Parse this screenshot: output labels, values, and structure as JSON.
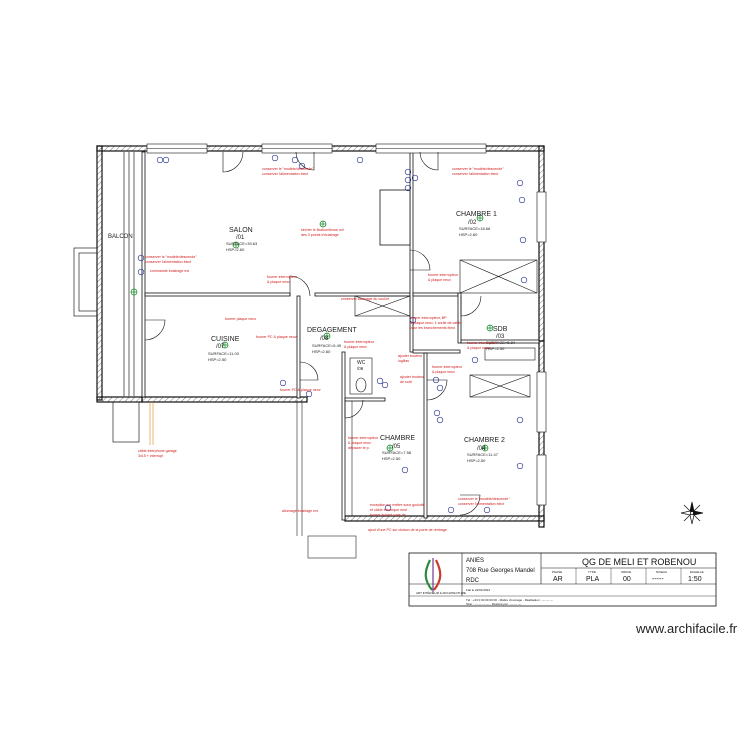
{
  "rooms": {
    "balcon": {
      "name": "BALCON"
    },
    "salon": {
      "name": "SALON",
      "code": "/01",
      "surface": "SURFACE=39.63",
      "height": "HSP=2.60"
    },
    "chambre1": {
      "name": "CHAMBRE 1",
      "code": "/02",
      "surface": "SURFACE=18.66",
      "height": "HSP=2.60"
    },
    "cuisine": {
      "name": "CUISINE",
      "code": "/07",
      "surface": "SURFACE=11.00",
      "height": "HSP=2.50"
    },
    "degagement": {
      "name": "DEGAGEMENT",
      "code": "/08",
      "surface": "SURFACE=5.49",
      "height": "HSP=2.60"
    },
    "sdb": {
      "name": "SDB",
      "code": "/03",
      "surface": "SURFACE=5.84",
      "height": "HSP=2.50"
    },
    "wc": {
      "name": "WC",
      "code": "/06"
    },
    "chambre3": {
      "name": "CHAMBRE",
      "code": "/05",
      "surface": "SURFACE=7.58",
      "height": "HSP=2.50"
    },
    "chambre2": {
      "name": "CHAMBRE 2",
      "code": "/04",
      "surface": "SURFACE=11.47",
      "height": "HSP=2.50"
    }
  },
  "notes": {
    "n1": "conserver le \"modèle/descende\"",
    "n1b": "conserver l'alimentation élect",
    "n2": "conserver le \"modèle/descende\"",
    "n2b": "conserver l'alimentation élect",
    "n3": "sécher le fixation/tenue mil",
    "n3b": "des 3 points d'éclairage",
    "n4": "conserver le \"modèle/descende\"",
    "n4b": "conserver l'alimentation élect",
    "n5": "commande éclairage ext",
    "n6": "fourrer interrupteur",
    "n6b": "& plaque neuv",
    "n7": "fourrer interrupteur",
    "n7b": "& plaque neuv",
    "n8": "conserver allumage du couloir",
    "n9": "fourrer PC & plaque neuv",
    "n10": "fourrer interrupteur",
    "n10b": "& plaque neuv",
    "n11": "fourrer interrupteur",
    "n11b": "& plaque neuv",
    "n12": "fourrer PC & plaque neuv",
    "n13": "fourrer interrupteur, BP",
    "n13b": "& plaque neuv, 1 sortie de cable",
    "n13c": "pour les branchements élect",
    "n14": "fourrer interrupteur",
    "n14b": "& plaque neuv",
    "n15": "ajouter bouteur",
    "n15b": "lugillas",
    "n16": "ajouter bouteur",
    "n16b": "de sorti",
    "n17": "fourrer interrupteur",
    "n17b": "& plaque neuv",
    "n17c": "déplacer le p.",
    "n18": "conserver le \"modèle/descende\"",
    "n18b": "conserver l'alimentation élect",
    "n19": "exception sur mettre sous goulotte",
    "n19b": "et câble électrique neuf",
    "n19c": "fourrer isolant cuire de",
    "n20": "ajout d'une PC sur cloison de la porte de rentrage",
    "n21": "allumage éclairage ext",
    "n22": "câble interphone garage",
    "n22b": "3x15 + interrupt",
    "n23": "fourrer plaque neuv"
  },
  "titleblock": {
    "address_line1": "ANIES",
    "address_line2": "708 Rue Georges Mandel",
    "level": "RDC",
    "project": "QG DE MELI ET ROBENOU",
    "col_labels": [
      "PHASE",
      "TYPE",
      "INDICE",
      "NIVEAU",
      "ECHELLE"
    ],
    "col_values": [
      "AR",
      "PLA",
      "00",
      "-----",
      "1:50"
    ],
    "logo_text": "ART INTÉRIEUR & ARCHITECTURE",
    "footer1": "Fait le 22/01/2024",
    "footer2": "Tél :  +33 0 00 00 00 00 - Maître d'ouvrage - Réalisation : --- --- ---",
    "footer3": "Siret : --- --- --- --- - Dessiné par : --- --- ---"
  },
  "watermark": "www.archifacile.fr"
}
